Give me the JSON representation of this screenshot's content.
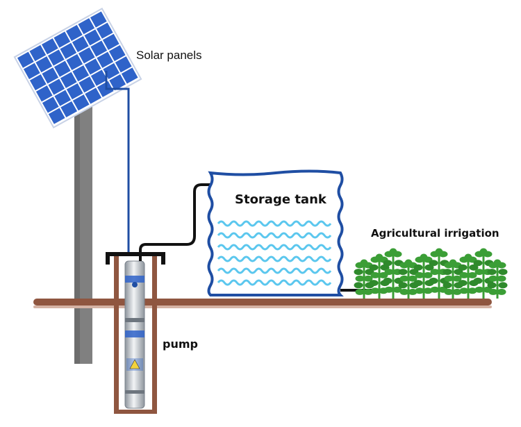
{
  "labels": {
    "solar_panels": "Solar panels",
    "storage_tank": "Storage tank",
    "agricultural_irrigation": "Agricultural irrigation",
    "pump": "pump"
  },
  "colors": {
    "panel_frame": "#ffffff",
    "panel_cell": "#2f63c9",
    "pole": "#808080",
    "cable": "#1f4ea3",
    "pipe": "#111111",
    "ground": "#8f5640",
    "well_wall": "#8f5640",
    "tank_outline": "#1f4ea3",
    "water_wave": "#5bc7ee",
    "plant": "#3b9e36",
    "pump_body": "#c7ccd2"
  }
}
